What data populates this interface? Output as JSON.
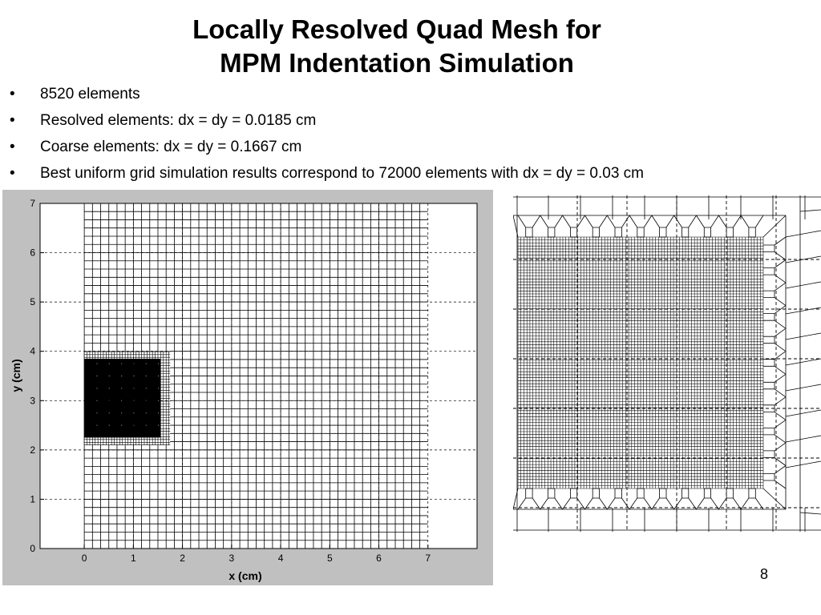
{
  "slide": {
    "title_line1": "Locally Resolved Quad Mesh for",
    "title_line2": "MPM Indentation Simulation",
    "bullets": [
      "8520 elements",
      "Resolved elements: dx = dy = 0.0185 cm",
      "Coarse elements: dx = dy = 0.1667 cm",
      "Best uniform grid simulation results correspond to 72000 elements with dx = dy = 0.03 cm"
    ],
    "page_number": "8"
  },
  "chart_data": [
    {
      "type": "mesh-plot",
      "xlabel": "x (cm)",
      "ylabel": "y (cm)",
      "xlim": [
        -0.9,
        8
      ],
      "ylim": [
        0,
        7
      ],
      "xticks": [
        "0",
        "1",
        "2",
        "3",
        "4",
        "5",
        "6",
        "7"
      ],
      "yticks": [
        "0",
        "1",
        "2",
        "3",
        "4",
        "5",
        "6",
        "7"
      ],
      "grid": "dashed",
      "coarse_mesh": {
        "x_range": [
          0,
          7
        ],
        "y_range": [
          0,
          7
        ],
        "dx": 0.1667
      },
      "resolved_region": {
        "x_range": [
          0,
          1.55
        ],
        "y_range": [
          2.25,
          3.85
        ],
        "dx": 0.0185,
        "fill": "#000000"
      },
      "transition_band": {
        "x_range": [
          0,
          1.75
        ],
        "y_range": [
          2.1,
          4.0
        ]
      }
    },
    {
      "type": "mesh-zoom",
      "fine_region_cols": 82,
      "fine_region_rows": 84,
      "transition_cells": 11,
      "grid": "dashed"
    }
  ]
}
